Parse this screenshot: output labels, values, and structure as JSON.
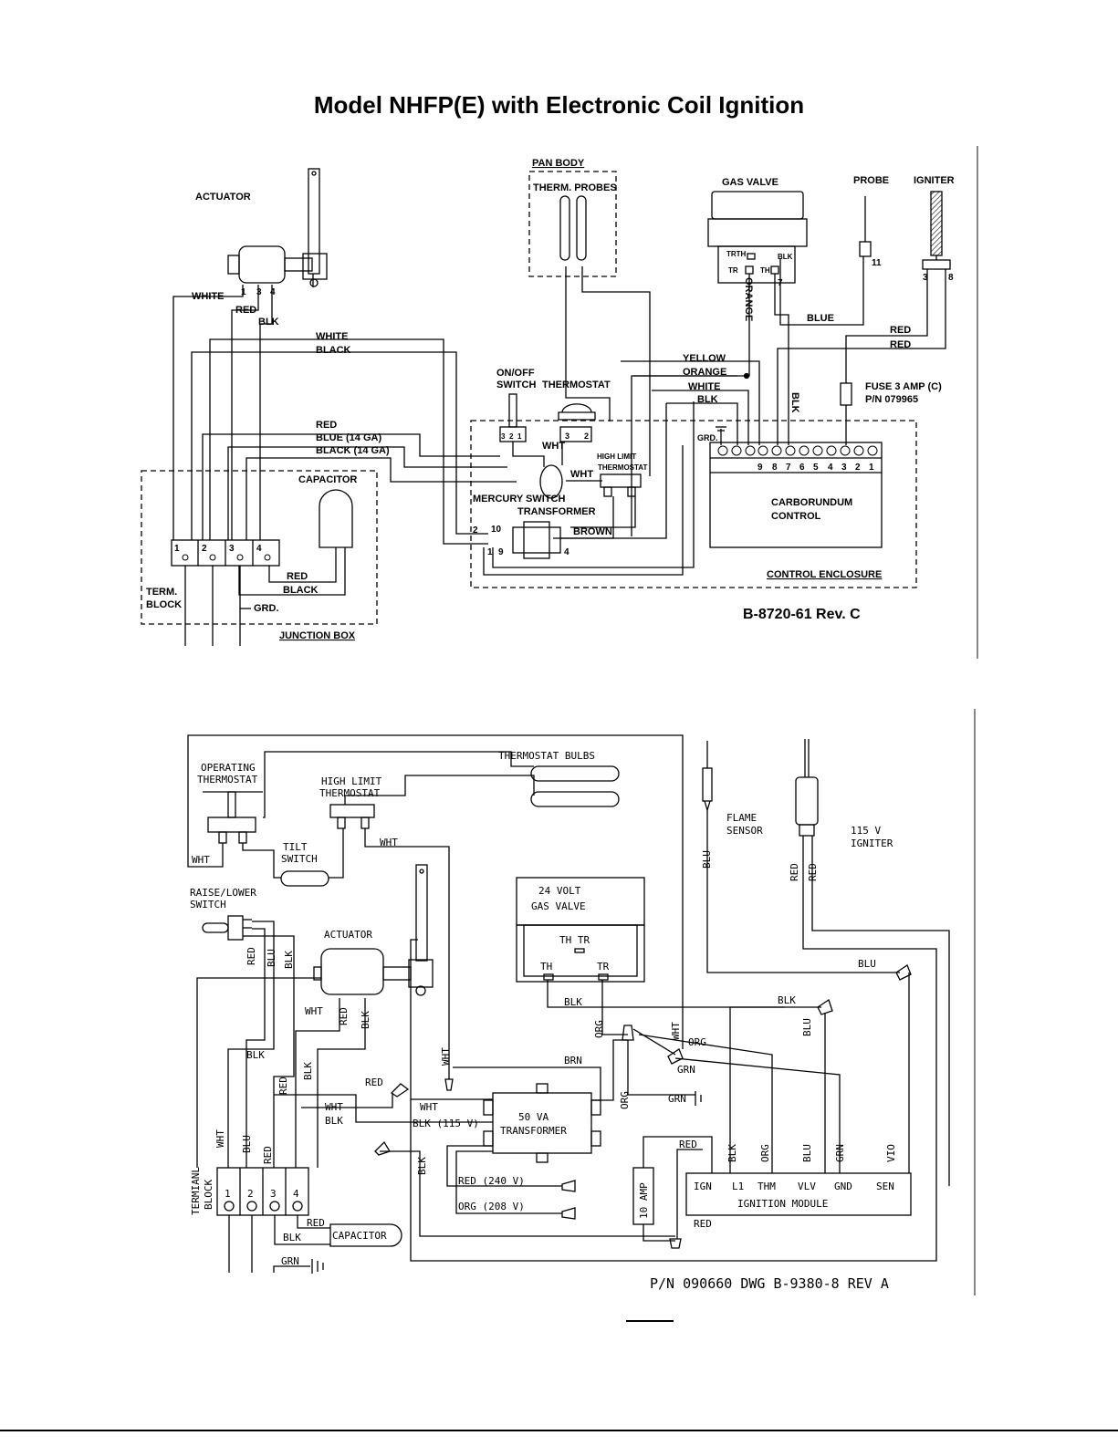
{
  "title": "Model NHFP(E) with Electronic Coil Ignition",
  "diagram1": {
    "components": {
      "actuator": "ACTUATOR",
      "pan_body": "PAN BODY",
      "therm_probes": "THERM. PROBES",
      "gas_valve": "GAS VALVE",
      "probe": "PROBE",
      "igniter": "IGNITER",
      "on_off_switch": [
        "ON/OFF",
        "SWITCH"
      ],
      "thermostat": "THERMOSTAT",
      "high_limit": [
        "HIGH LIMIT",
        "THERMOSTAT"
      ],
      "mercury_switch": "MERCURY SWITCH",
      "transformer": "TRANSFORMER",
      "carborundum": [
        "CARBORUNDUM",
        "CONTROL"
      ],
      "control_enclosure": "CONTROL ENCLOSURE",
      "capacitor": "CAPACITOR",
      "term_block": [
        "TERM.",
        "BLOCK"
      ],
      "junction_box": "JUNCTION BOX",
      "fuse": [
        "FUSE 3 AMP (C)",
        "P/N 079965"
      ],
      "grd": "GRD.",
      "grd2": "GRD."
    },
    "gas_valve_terminals": [
      "TRTH",
      "BLK",
      "TR",
      "TH"
    ],
    "wire_labels": {
      "white": "WHITE",
      "red": "RED",
      "blk": "BLK",
      "black": "BLACK",
      "blue": "BLUE",
      "orange": "ORANGE",
      "yellow": "YELLOW",
      "blue_14": "BLUE (14 GA)",
      "black_14": "BLACK (14 GA)",
      "wht": "WHT",
      "brown": "BROWN"
    },
    "pins": {
      "actuator": [
        "1",
        "3",
        "4"
      ],
      "probe": "11",
      "igniter": [
        "3",
        "8"
      ],
      "gv": "7",
      "on_off": [
        "3",
        "2",
        "1"
      ],
      "thermostat": [
        "3",
        "2"
      ],
      "transformer": [
        "2",
        "10",
        "1",
        "9",
        "4"
      ],
      "control": [
        "9",
        "8",
        "7",
        "6",
        "5",
        "4",
        "3",
        "2",
        "1"
      ],
      "term_block": [
        "1",
        "2",
        "3",
        "4"
      ]
    },
    "drawing_number": "B-8720-61 Rev. C"
  },
  "diagram2": {
    "components": {
      "operating_thermostat": [
        "OPERATING",
        "THERMOSTAT"
      ],
      "thermostat_bulbs": "THERMOSTAT BULBS",
      "high_limit": [
        "HIGH LIMIT",
        "THERMOSTAT"
      ],
      "tilt_switch": [
        "TILT",
        "SWITCH"
      ],
      "raise_lower": [
        "RAISE/LOWER",
        "SWITCH"
      ],
      "actuator": "ACTUATOR",
      "gas_valve": [
        "24 VOLT",
        "GAS VALVE"
      ],
      "gv_terms": [
        "TH TR",
        "TH",
        "TR"
      ],
      "flame_sensor": [
        "FLAME",
        "SENSOR"
      ],
      "igniter": [
        "115 V",
        "IGNITER"
      ],
      "transformer": [
        "50 VA",
        "TRANSFORMER"
      ],
      "fuse": "10 AMP",
      "ignition_module": "IGNITION MODULE",
      "module_terms": [
        "IGN",
        "L1",
        "THM",
        "VLV",
        "GND",
        "SEN"
      ],
      "terminal_block": [
        "TERMIANL",
        "BLOCK"
      ],
      "capacitor": "CAPACITOR"
    },
    "wire_labels": {
      "wht": "WHT",
      "blk": "BLK",
      "red": "RED",
      "blu": "BLU",
      "brn": "BRN",
      "orange": "ORG",
      "grn": "GRN",
      "vio": "VIO",
      "blk115": "BLK (115 V)",
      "red240": "RED  (240 V)",
      "org208": "ORG  (208 V)"
    },
    "term_numbers": [
      "1",
      "2",
      "3",
      "4"
    ],
    "drawing_number": "P/N 090660  DWG B-9380-8 REV A"
  }
}
